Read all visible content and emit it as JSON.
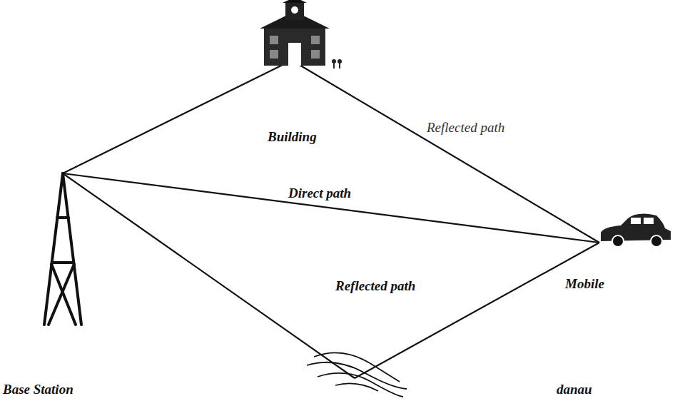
{
  "diagram": {
    "labels": [
      "Building",
      "Reflected path",
      "Direct path",
      "Reflected path",
      "Mobile",
      "Base Station",
      "danau"
    ]
  }
}
